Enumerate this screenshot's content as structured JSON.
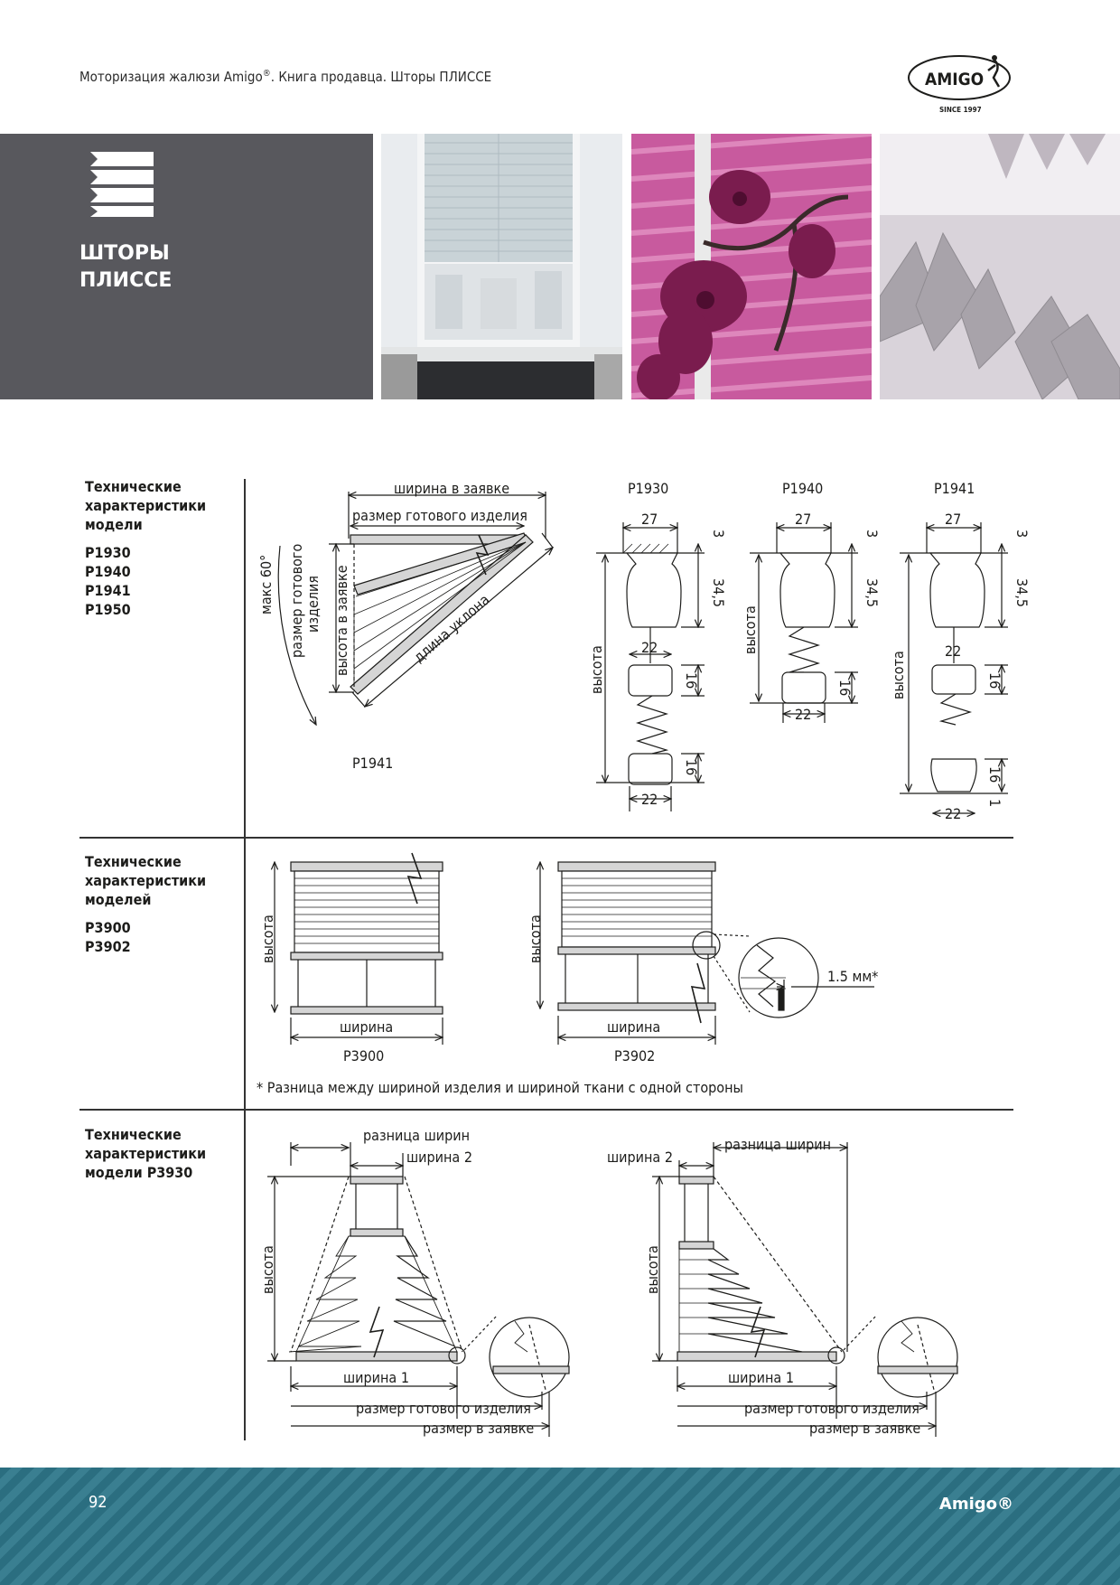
{
  "header": {
    "text_pre": "Моторизация жалюзи Amigo",
    "text_reg": "®",
    "text_post": ". Книга продавца. Шторы ПЛИССЕ",
    "logo_text": "AMIGO",
    "logo_since": "SINCE 1997"
  },
  "banner": {
    "title_line1": "ШТОРЫ",
    "title_line2": "ПЛИССЕ"
  },
  "sections": [
    {
      "label_lines": [
        "Технические",
        "характеристики",
        "модели"
      ],
      "models": [
        "P1930",
        "P1940",
        "P1941",
        "P1950"
      ]
    },
    {
      "label_lines": [
        "Технические",
        "характеристики",
        "моделей"
      ],
      "models": [
        "P3900",
        "P3902"
      ]
    },
    {
      "label_lines": [
        "Технические",
        "характеристики",
        "модели P3930"
      ],
      "models": []
    }
  ],
  "diagram1": {
    "width_order": "ширина в заявке",
    "finished_size": "размер готового изделия",
    "max_angle": "макс 60°",
    "finished_size_v1": "размер готового",
    "finished_size_v2": "изделия",
    "height_order": "высота в заявке",
    "slope_length": "длина уклона",
    "model": "P1941"
  },
  "profiles": {
    "names": [
      "P1930",
      "P1940",
      "P1941"
    ],
    "w27": "27",
    "d3": "3",
    "d345": "34,5",
    "d22": "22",
    "d16": "16",
    "d1": "1",
    "height": "высота"
  },
  "diagram2": {
    "height": "высота",
    "width": "ширина",
    "model_a": "P3900",
    "model_b": "P3902",
    "gap": "1.5 мм*",
    "note": "* Разница между шириной изделия и шириной ткани с одной стороны"
  },
  "diagram3": {
    "width_diff": "разница ширин",
    "width2": "ширина 2",
    "height": "высота",
    "width1": "ширина 1",
    "finished_size": "размер готового изделия",
    "order_size": "размер в заявке"
  },
  "footer": {
    "page": "92",
    "brand": "Amigo®"
  }
}
